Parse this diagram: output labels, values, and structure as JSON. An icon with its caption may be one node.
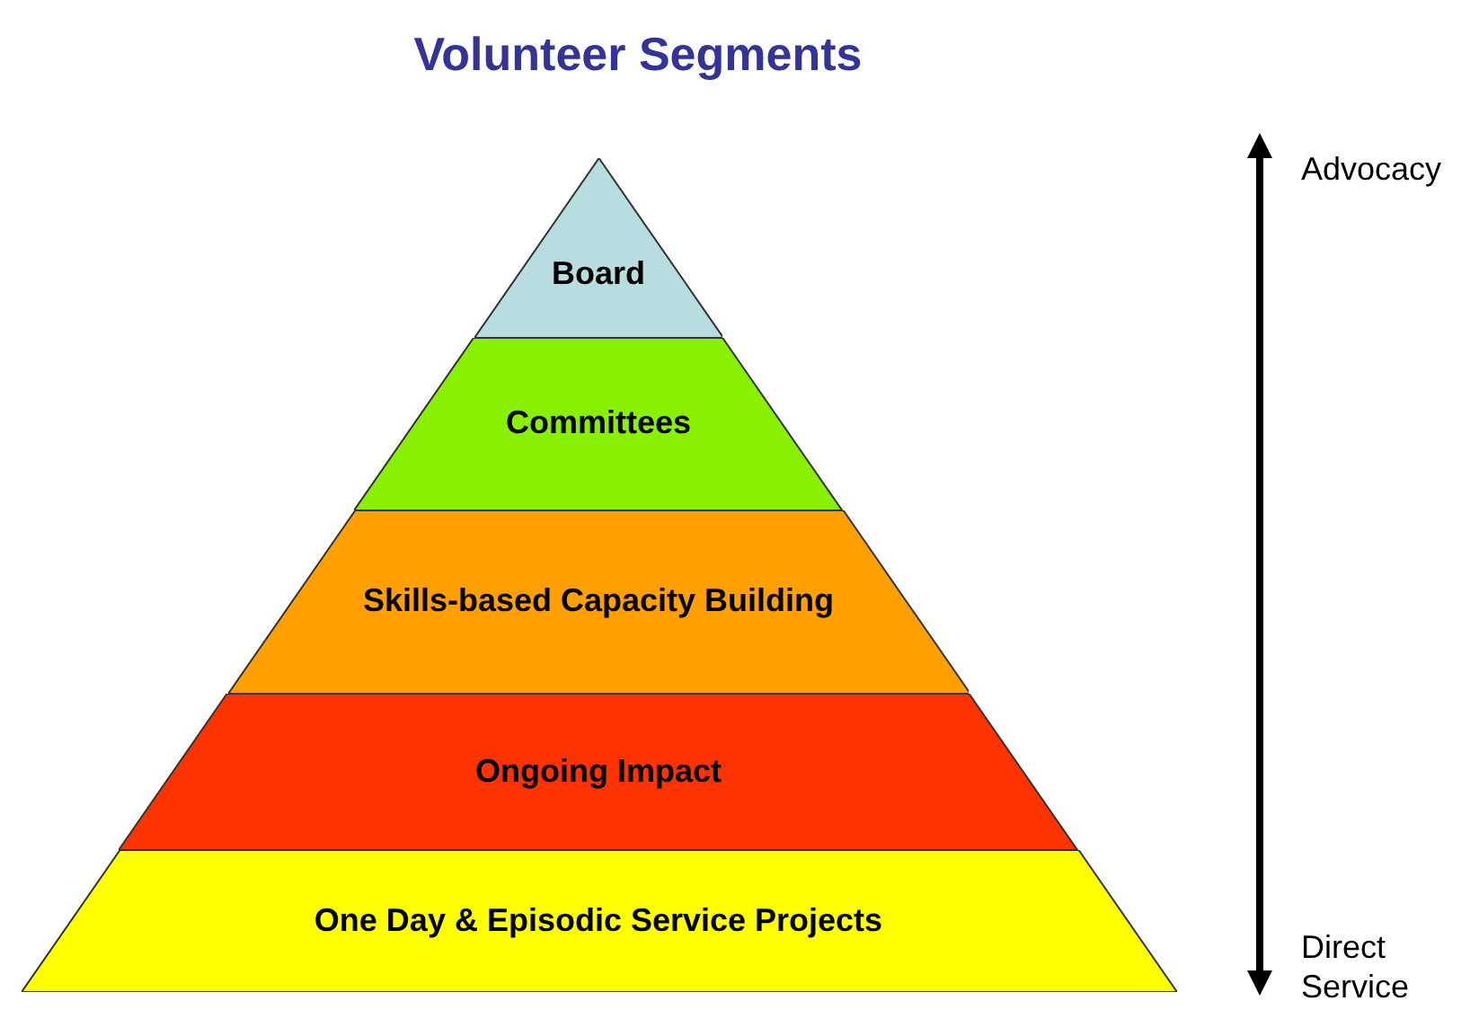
{
  "diagram": {
    "title": "Volunteer Segments",
    "nodes": [
      {
        "text": [
          "Board"
        ]
      },
      {
        "text": [
          "Committees"
        ]
      },
      {
        "text": [
          "Skills-based Capacity Building"
        ]
      },
      {
        "text": [
          "Ongoing Impact"
        ]
      },
      {
        "text": [
          "One Day & Episodic Service Projects"
        ]
      }
    ],
    "labels": [
      "Advocacy",
      "Direct Service"
    ]
  }
}
